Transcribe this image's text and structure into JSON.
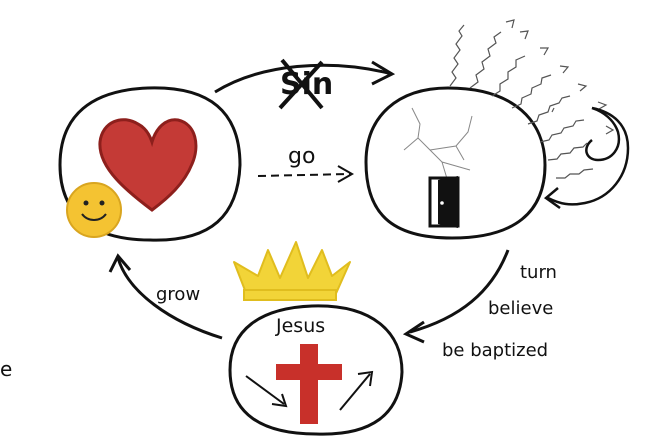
{
  "labels": {
    "sin": "Sin",
    "go": "go",
    "turn": "turn",
    "believe": "believe",
    "baptized": "be baptized",
    "grow": "grow",
    "jesus": "Jesus",
    "edge_fragment": "e"
  },
  "colors": {
    "heart": "#c43a36",
    "cross": "#c8302a",
    "crown": "#f2d438",
    "smiley": "#f4c332",
    "ink": "#111111"
  }
}
